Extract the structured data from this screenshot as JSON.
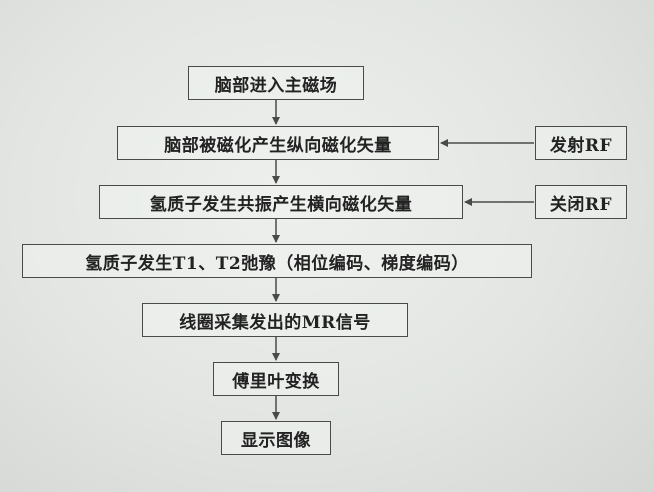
{
  "flowchart": {
    "steps": [
      "脑部进入主磁场",
      "脑部被磁化产生纵向磁化矢量",
      "氢质子发生共振产生横向磁化矢量",
      "氢质子发生T1、T2弛豫（相位编码、梯度编码）",
      "线圈采集发出的MR信号",
      "傅里叶变换",
      "显示图像"
    ],
    "side_inputs": [
      "发射RF",
      "关闭RF"
    ]
  }
}
